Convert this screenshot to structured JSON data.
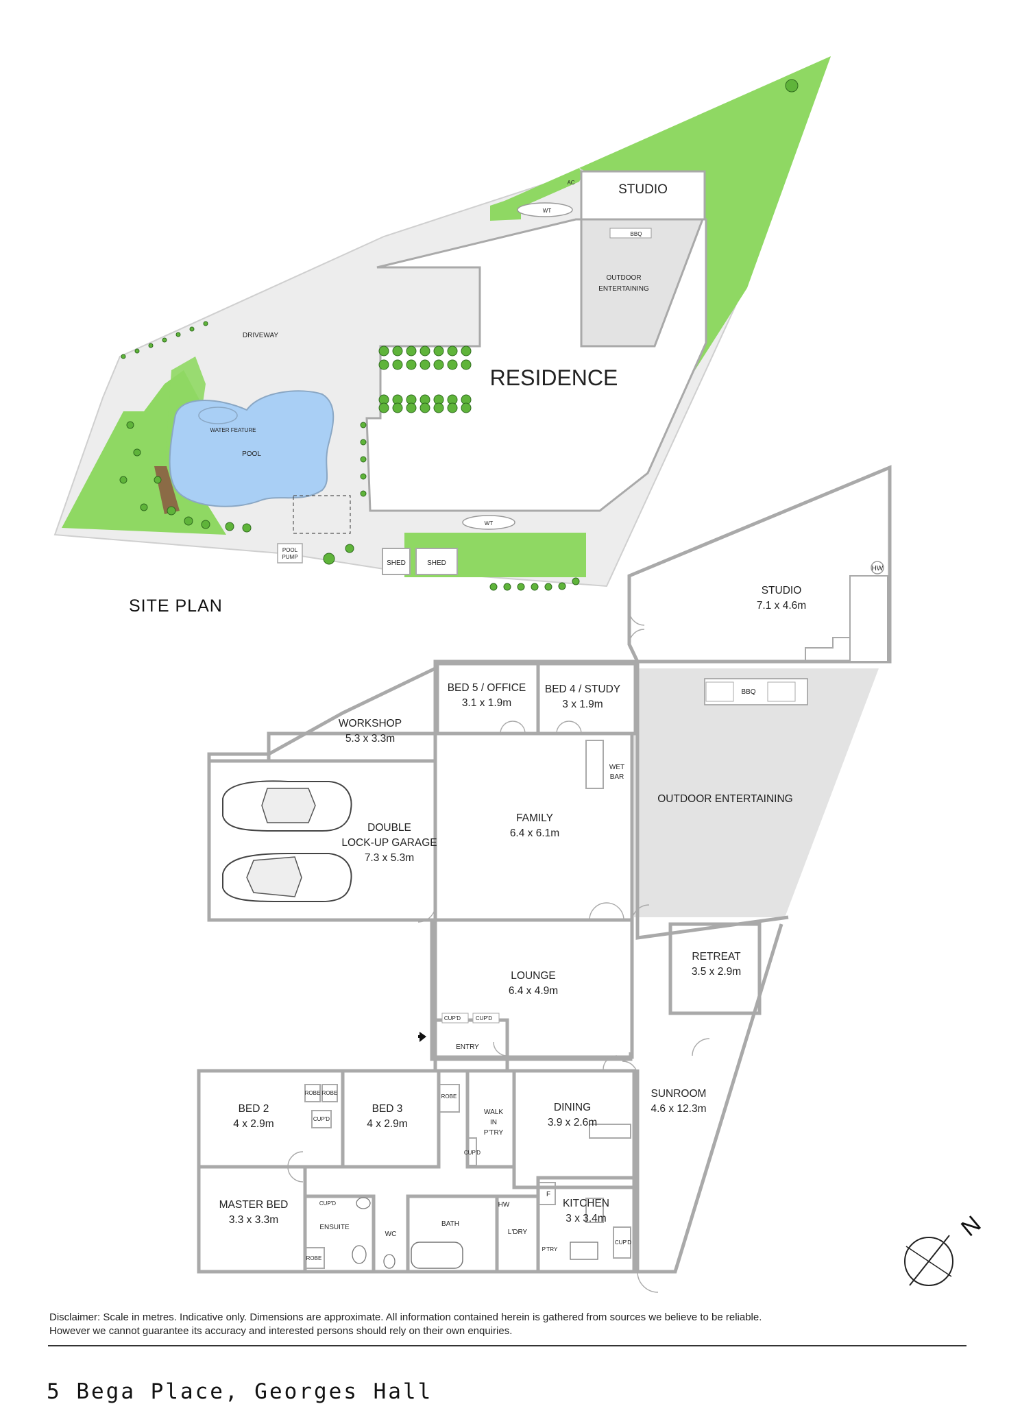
{
  "site_plan": {
    "title": "SITE PLAN",
    "labels": {
      "driveway": "DRIVEWAY",
      "residence": "RESIDENCE",
      "studio": "STUDIO",
      "bbq": "BBQ",
      "outdoor_entertaining_1": "OUTDOOR",
      "outdoor_entertaining_2": "ENTERTAINING",
      "water_feature": "WATER FEATURE",
      "pool": "POOL",
      "pool_pump_1": "POOL",
      "pool_pump_2": "PUMP",
      "shed_a": "SHED",
      "shed_b": "SHED",
      "wt_top": "WT",
      "wt_bottom": "WT",
      "ac": "AC"
    }
  },
  "floor_plan": {
    "rooms": {
      "studio": {
        "name": "STUDIO",
        "dims": "7.1 x 4.6m"
      },
      "bed5": {
        "name": "BED 5 / OFFICE",
        "dims": "3.1 x 1.9m"
      },
      "bed4": {
        "name": "BED 4 / STUDY",
        "dims": "3 x 1.9m"
      },
      "workshop": {
        "name": "WORKSHOP",
        "dims": "5.3 x 3.3m"
      },
      "garage": {
        "name1": "DOUBLE",
        "name2": "LOCK-UP GARAGE",
        "dims": "7.3 x 5.3m"
      },
      "family": {
        "name": "FAMILY",
        "dims": "6.4 x 6.1m"
      },
      "outdoor": {
        "name": "OUTDOOR ENTERTAINING"
      },
      "retreat": {
        "name": "RETREAT",
        "dims": "3.5 x 2.9m"
      },
      "lounge": {
        "name": "LOUNGE",
        "dims": "6.4 x 4.9m"
      },
      "sunroom": {
        "name": "SUNROOM",
        "dims": "4.6 x 12.3m"
      },
      "bed2": {
        "name": "BED 2",
        "dims": "4 x 2.9m"
      },
      "bed3": {
        "name": "BED 3",
        "dims": "4 x 2.9m"
      },
      "dining": {
        "name": "DINING",
        "dims": "3.9 x 2.6m"
      },
      "master": {
        "name": "MASTER BED",
        "dims": "3.3 x 3.3m"
      },
      "kitchen": {
        "name": "KITCHEN",
        "dims": "3 x 3.4m"
      }
    },
    "fixtures": {
      "hw_studio": "HW",
      "bbq": "BBQ",
      "wet_bar_1": "WET",
      "wet_bar_2": "BAR",
      "cupd_a": "CUP'D",
      "cupd_b": "CUP'D",
      "entry": "ENTRY",
      "robe_a": "ROBE",
      "robe_b": "ROBE",
      "robe_c": "ROBE",
      "cupd_bed": "CUP'D",
      "walk_1": "WALK",
      "walk_2": "IN",
      "walk_3": "P'TRY",
      "cupd_pantry": "CUP'D",
      "cupd_ensuite": "CUP'D",
      "ensuite": "ENSUITE",
      "wc": "WC",
      "bath": "BATH",
      "hw_ldry": "HW",
      "ldry": "L'DRY",
      "fridge": "F",
      "ptry": "P'TRY",
      "cupd_kitchen": "CUP'D",
      "robe_master": "ROBE"
    }
  },
  "compass": {
    "label": "N"
  },
  "disclaimer": {
    "line1": "Disclaimer: Scale in metres. Indicative only. Dimensions are approximate. All information contained herein is gathered from sources we believe to be reliable.",
    "line2": "However we cannot guarantee its accuracy and interested persons should rely on their own enquiries."
  },
  "address": "5 Bega Place, Georges Hall",
  "colors": {
    "lawn": "#8fd863",
    "paving": "#ededed",
    "pool": "#a9cff5",
    "wall": "#a9a9a9",
    "outdoor": "#e3e3e3"
  }
}
